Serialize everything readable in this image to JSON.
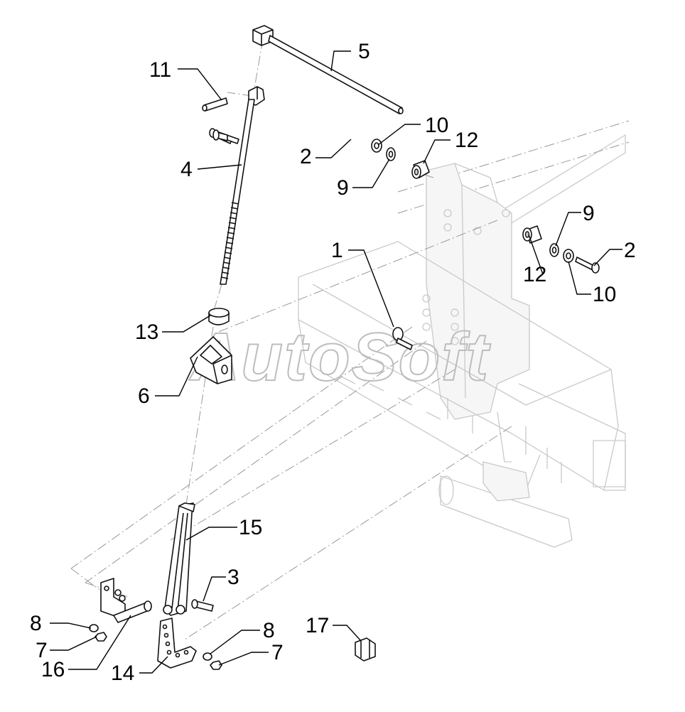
{
  "watermark": "AutoSoft",
  "callouts": {
    "c1": "1",
    "c2a": "2",
    "c2b": "2",
    "c3": "3",
    "c4": "4",
    "c5": "5",
    "c6": "6",
    "c7a": "7",
    "c7b": "7",
    "c8a": "8",
    "c8b": "8",
    "c9a": "9",
    "c9b": "9",
    "c10a": "10",
    "c10b": "10",
    "c11": "11",
    "c12a": "12",
    "c12b": "12",
    "c13": "13",
    "c14": "14",
    "c15": "15",
    "c16": "16",
    "c17": "17"
  }
}
